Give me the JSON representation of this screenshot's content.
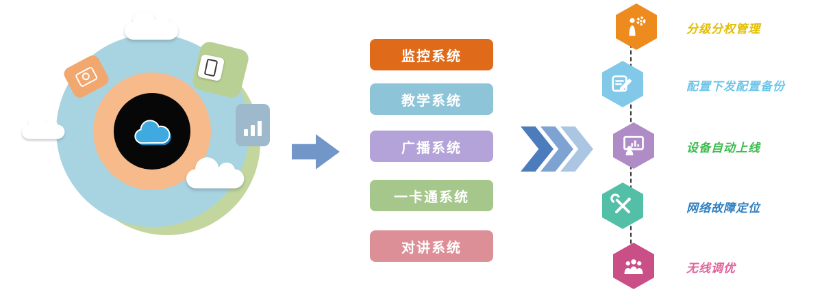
{
  "illustration": {
    "center_icon": "cloud-icon",
    "decoration_icons": [
      "camera-icon",
      "phone-icon",
      "bar-chart-icon",
      "cloud-shape",
      "cloud-shape",
      "cloud-shape"
    ]
  },
  "flow": {
    "arrow_icon": "right-arrow",
    "chevron_icon": "chevron-right",
    "chevron_colors": [
      "#4C7CBC",
      "#7EA3D3",
      "#ABC6E3"
    ]
  },
  "systems": [
    {
      "label": "监控系统",
      "color": "#DF6A1A"
    },
    {
      "label": "教学系统",
      "color": "#8EC4D8"
    },
    {
      "label": "广播系统",
      "color": "#B4A3D8"
    },
    {
      "label": "一卡通系统",
      "color": "#A6C78C"
    },
    {
      "label": "对讲系统",
      "color": "#DC8F97"
    }
  ],
  "features": [
    {
      "label": "分级分权管理",
      "hex_color": "#ED8B1E",
      "text_color": "#E3BE00",
      "icon": "gear-person-icon"
    },
    {
      "label": "配置下发配置备份",
      "hex_color": "#82C8E8",
      "text_color": "#6CC5E9",
      "icon": "pencil-note-icon"
    },
    {
      "label": "设备自动上线",
      "hex_color": "#B08CC6",
      "text_color": "#3DBB4E",
      "icon": "presentation-chart-icon"
    },
    {
      "label": "网络故障定位",
      "hex_color": "#53BFA6",
      "text_color": "#2F7FC1",
      "icon": "crossed-tools-icon"
    },
    {
      "label": "无线调优",
      "hex_color": "#C94F86",
      "text_color": "#E0649B",
      "icon": "people-group-icon"
    }
  ]
}
